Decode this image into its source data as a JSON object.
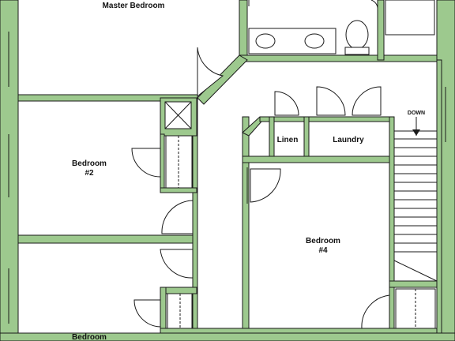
{
  "rooms": {
    "master": "Master Bedroom",
    "bedroom2_line1": "Bedroom",
    "bedroom2_line2": "#2",
    "bedroom3": "Bedroom",
    "bedroom4_line1": "Bedroom",
    "bedroom4_line2": "#4",
    "linen": "Linen",
    "laundry": "Laundry"
  },
  "stairs": {
    "direction": "DOWN"
  },
  "colors": {
    "wall_fill": "#9dc98e",
    "outline": "#1a1a1a",
    "floor": "#ffffff"
  }
}
